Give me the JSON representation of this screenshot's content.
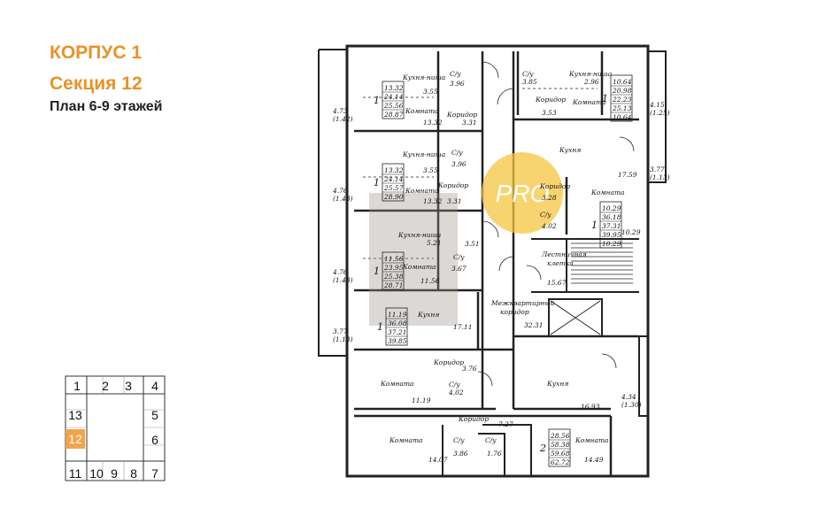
{
  "header": {
    "korpus": "КОРПУС 1",
    "section": "Секция 12",
    "plan": "План 6-9 этажей"
  },
  "watermark": {
    "text": "PRO"
  },
  "key_plan": {
    "sections": [
      "1",
      "2",
      "3",
      "4",
      "13",
      "5",
      "12",
      "6",
      "11",
      "10",
      "9",
      "8",
      "7"
    ],
    "active": "12",
    "active_color": "#f2a34a"
  },
  "colors": {
    "accent": "#e8922a",
    "wall": "#222222",
    "watermark": "#f5c542"
  },
  "plan": {
    "rooms": {
      "kitchen_niche_1": "Кухня-ниша",
      "kitchen_niche_2": "Кухня-ниша",
      "kitchen_niche_3": "Кухня-ниша",
      "room_label": "Комната",
      "corridor_label": "Коридор",
      "bath_label": "С/у",
      "kitchen_label": "Кухня",
      "stair_label_1": "Лестничная",
      "stair_label_2": "клетка",
      "mezh_1": "Межквартирный",
      "mezh_2": "коридор"
    },
    "values": {
      "a1_area_kn": "3.55",
      "a1_bath": "3.96",
      "a1_room": "13.32",
      "a1_cor": "3.31",
      "a2_area_kn": "3.55",
      "a2_bath": "3.96",
      "a2_room": "13.32",
      "a2_cor": "3.31",
      "a3_area_kn": "5.21",
      "a3_bath": "3.51",
      "a3_bath2": "3.67",
      "a3_room": "11.56",
      "a4_kitchen": "17.11",
      "a4_cor": "3.76",
      "a4_bath": "4.02",
      "a4_room": "11.19",
      "b1_bath": "3.85",
      "b1_kn": "2.96",
      "b1_cor": "3.53",
      "b2_kitchen": "17.59",
      "b2_cor": "3.28",
      "b2_bath": "4.02",
      "b2_room": "10.29",
      "stair": "15.67",
      "mezh": "32.31",
      "c1_kitchen": "16.93",
      "c2_cor": "7.27",
      "c2_bath1": "3.86",
      "c2_bath2": "1.76",
      "c2_room1": "14.07",
      "c2_room2": "14.49",
      "bal_1": "4.73",
      "bal_1b": "(1.42)",
      "bal_2": "4.76",
      "bal_2b": "(1.43)",
      "bal_3": "4.76",
      "bal_3b": "(1.43)",
      "bal_4": "3.77",
      "bal_4b": "(1.13)",
      "bal_r1": "4.15",
      "bal_r1b": "(1.25)",
      "bal_r2": "3.77",
      "bal_r2b": "(1.13)",
      "bal_r3": "4.34",
      "bal_r3b": "(1.30)"
    },
    "tables": {
      "a1": {
        "num": "1",
        "lines": [
          "13.32",
          "24.14",
          "25.56",
          "28.87"
        ]
      },
      "a2": {
        "num": "1",
        "lines": [
          "13.32",
          "24.14",
          "25.57",
          "28.90"
        ]
      },
      "a3": {
        "num": "1",
        "lines": [
          "11.56",
          "23.95",
          "25.38",
          "28.71"
        ]
      },
      "a4": {
        "num": "1",
        "lines": [
          "11.19",
          "36.08",
          "37.21",
          "39.85"
        ]
      },
      "b1": {
        "num": "1",
        "lines": [
          "10.64",
          "20.98",
          "22.23",
          "25.13",
          "10.64"
        ]
      },
      "b2": {
        "num": "1",
        "lines": [
          "10.29",
          "36.18",
          "37.31",
          "39.95",
          "10.29"
        ]
      },
      "c2": {
        "num": "2",
        "lines": [
          "28.56",
          "58.38",
          "59.68",
          "62.72"
        ]
      }
    }
  }
}
